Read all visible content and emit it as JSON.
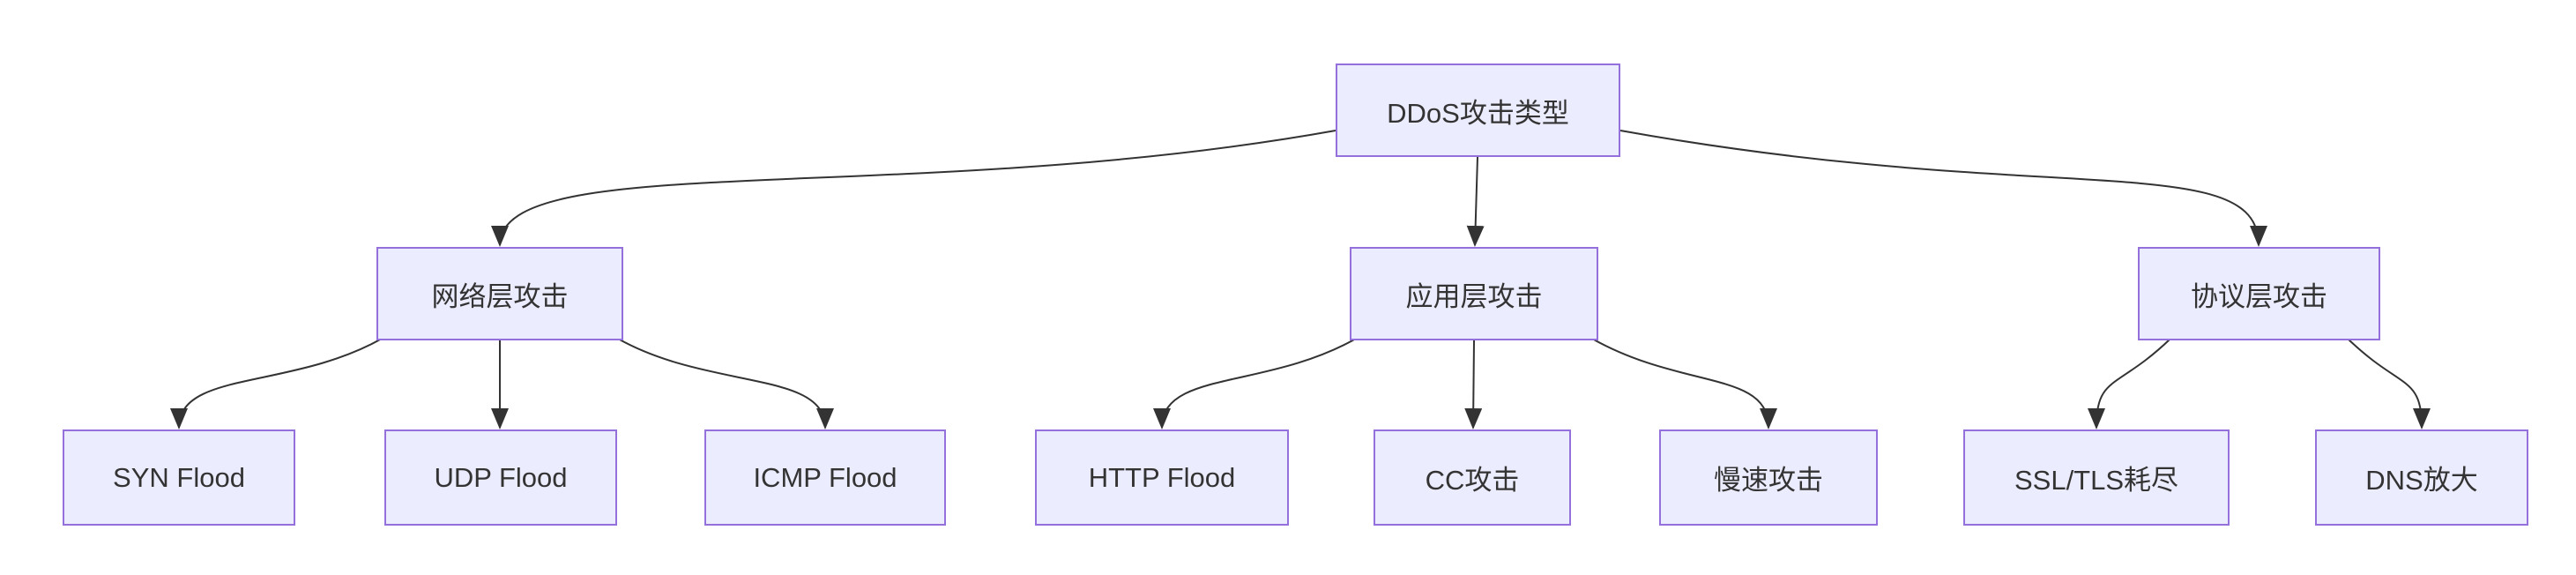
{
  "diagram": {
    "type": "flowchart",
    "direction": "top-down",
    "colors": {
      "node_fill": "#ECECFF",
      "node_border": "#9370DB",
      "edge_stroke": "#333333",
      "text": "#333333",
      "background": "#ffffff"
    },
    "nodes": {
      "root": {
        "label": "DDoS攻击类型"
      },
      "network": {
        "label": "网络层攻击"
      },
      "app": {
        "label": "应用层攻击"
      },
      "protocol": {
        "label": "协议层攻击"
      },
      "syn": {
        "label": "SYN Flood"
      },
      "udp": {
        "label": "UDP Flood"
      },
      "icmp": {
        "label": "ICMP Flood"
      },
      "http": {
        "label": "HTTP Flood"
      },
      "cc": {
        "label": "CC攻击"
      },
      "slow": {
        "label": "慢速攻击"
      },
      "ssl": {
        "label": "SSL/TLS耗尽"
      },
      "dns": {
        "label": "DNS放大"
      }
    },
    "edges": [
      {
        "from": "DDoS攻击类型",
        "to": "网络层攻击"
      },
      {
        "from": "DDoS攻击类型",
        "to": "应用层攻击"
      },
      {
        "from": "DDoS攻击类型",
        "to": "协议层攻击"
      },
      {
        "from": "网络层攻击",
        "to": "SYN Flood"
      },
      {
        "from": "网络层攻击",
        "to": "UDP Flood"
      },
      {
        "from": "网络层攻击",
        "to": "ICMP Flood"
      },
      {
        "from": "应用层攻击",
        "to": "HTTP Flood"
      },
      {
        "from": "应用层攻击",
        "to": "CC攻击"
      },
      {
        "from": "应用层攻击",
        "to": "慢速攻击"
      },
      {
        "from": "协议层攻击",
        "to": "SSL/TLS耗尽"
      },
      {
        "from": "协议层攻击",
        "to": "DNS放大"
      }
    ]
  }
}
